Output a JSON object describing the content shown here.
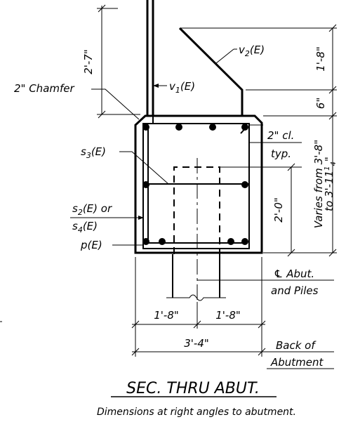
{
  "labels": {
    "chamfer": "2\" Chamfer",
    "v1": "v",
    "v1_sub": "1",
    "v1_suffix": "(E)",
    "v2": "v",
    "v2_sub": "2",
    "v2_suffix": "(E)",
    "s3": "s",
    "s3_sub": "3",
    "s3_suffix": "(E)",
    "s2_or": "s",
    "s2_sub": "2",
    "s2_suffix": "(E) or",
    "s4": "s",
    "s4_sub": "4",
    "s4_suffix": "(E)",
    "p": "p(E)",
    "clear": "2\" cl.",
    "typ": "typ.",
    "cl_abut": "℄ Abut.",
    "and_piles": "and Piles",
    "back_of": "Back of",
    "abutment": "Abutment"
  },
  "dimensions": {
    "top_height": "2'-7\"",
    "v2_height": "1'-8\"",
    "chamfer_height": "6\"",
    "inner_height": "2'-0\"",
    "varies_line1": "Varies from 3'-8\"",
    "varies_line2_pre": "to 3'-11",
    "varies_frac_num": "1",
    "varies_frac_den": "4",
    "varies_line2_post": "\"",
    "left_half": "1'-8\"",
    "right_half": "1'-8\"",
    "total_width": "3'-4\""
  },
  "title": "SEC. THRU ABUT.",
  "note": "Dimensions at right angles to abutment."
}
